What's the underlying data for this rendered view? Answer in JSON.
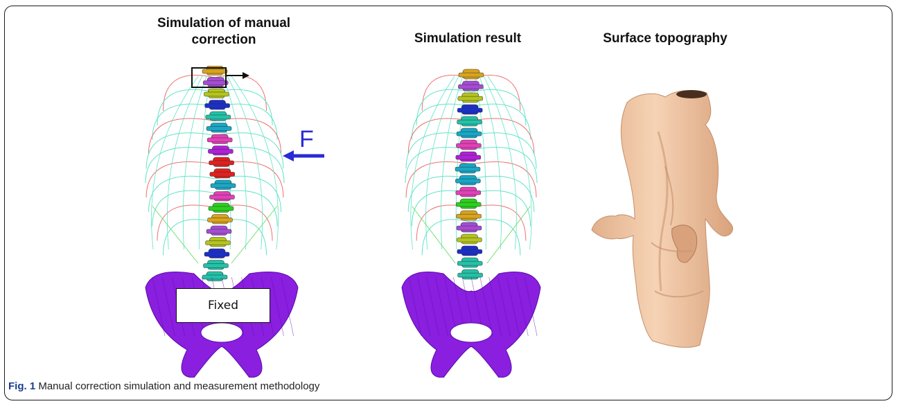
{
  "panels": {
    "manual": {
      "title_line1": "Simulation of manual",
      "title_line2": "correction",
      "force_label": "F",
      "fixed_label": "Fixed"
    },
    "result": {
      "title": "Simulation result"
    },
    "topography": {
      "title": "Surface topography"
    }
  },
  "caption": {
    "label": "Fig. 1",
    "text": " Manual correction simulation and measurement methodology"
  },
  "colors": {
    "rib_cyan": "#5fe3c6",
    "rib_red": "#ee6f6f",
    "rib_green": "#6fe06f",
    "pelvis": "#8a1fe0",
    "pelvis_mesh": "#5a0aa8",
    "skin": "#f2c9a8",
    "skin_shadow": "#c79673",
    "force_arrow": "#2a2ad6",
    "caption_label": "#1a3f8f"
  },
  "vertebra_colors": [
    "#d9a31c",
    "#a64bd6",
    "#b5c41c",
    "#1b2fc9",
    "#21c2a8",
    "#18a7c7",
    "#e33fb8",
    "#b01fd9",
    "#e02020",
    "#e02020",
    "#18a7c7",
    "#e33fb8",
    "#2bd11c",
    "#d9a31c",
    "#a64bd6",
    "#b5c41c",
    "#1b2fc9",
    "#21c2a8",
    "#21c2a8"
  ],
  "vertebra_colors_result": [
    "#d9a31c",
    "#a64bd6",
    "#b5c41c",
    "#1b2fc9",
    "#21c2a8",
    "#18a7c7",
    "#e33fb8",
    "#b01fd9",
    "#18a7c7",
    "#18a7c7",
    "#e33fb8",
    "#2bd11c",
    "#d9a31c",
    "#a64bd6",
    "#b5c41c",
    "#1b2fc9",
    "#21c2a8",
    "#21c2a8"
  ]
}
